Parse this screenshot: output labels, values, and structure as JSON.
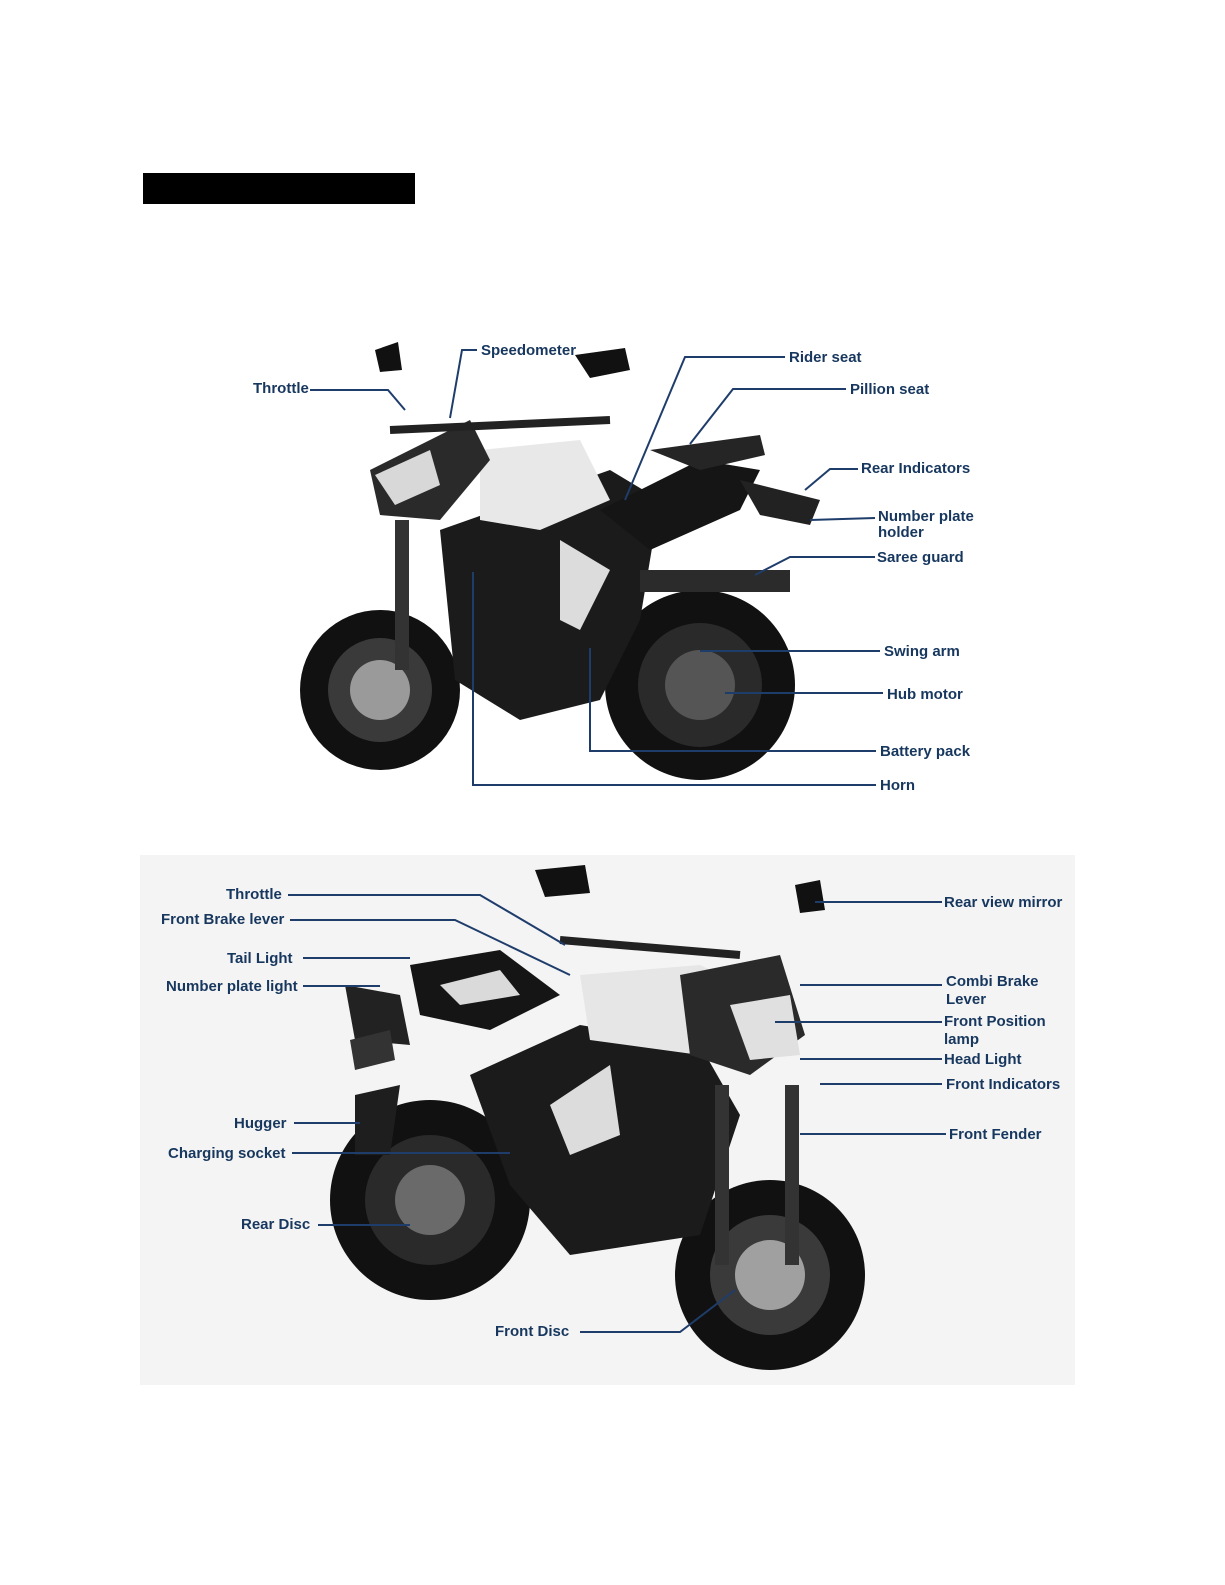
{
  "diagram_top": {
    "labels": {
      "throttle": "Throttle",
      "speedometer": "Speedometer",
      "rider_seat": "Rider seat",
      "pillion_seat": "Pillion seat",
      "rear_indicators": "Rear Indicators",
      "number_plate_holder_1": "Number plate",
      "number_plate_holder_2": "holder",
      "saree_guard": "Saree guard",
      "swing_arm": "Swing arm",
      "hub_motor": "Hub motor",
      "battery_pack": "Battery pack",
      "horn": "Horn"
    }
  },
  "diagram_bottom": {
    "labels": {
      "throttle": "Throttle",
      "front_brake_lever": "Front Brake lever",
      "tail_light": "Tail Light",
      "number_plate_light": "Number plate light",
      "hugger": "Hugger",
      "charging_socket": "Charging socket",
      "rear_disc": "Rear Disc",
      "front_disc": "Front Disc",
      "rear_view_mirror": "Rear view mirror",
      "combi_brake_lever_1": "Combi Brake",
      "combi_brake_lever_2": "Lever",
      "front_position_lamp_1": "Front Position",
      "front_position_lamp_2": "lamp",
      "head_light": "Head Light",
      "front_indicators": "Front Indicators",
      "front_fender": "Front Fender"
    }
  },
  "colors": {
    "label": "#17375e",
    "leader": "#1f3d6b",
    "bike_dark": "#1a1a1a",
    "bike_light": "#e6e6e6"
  }
}
